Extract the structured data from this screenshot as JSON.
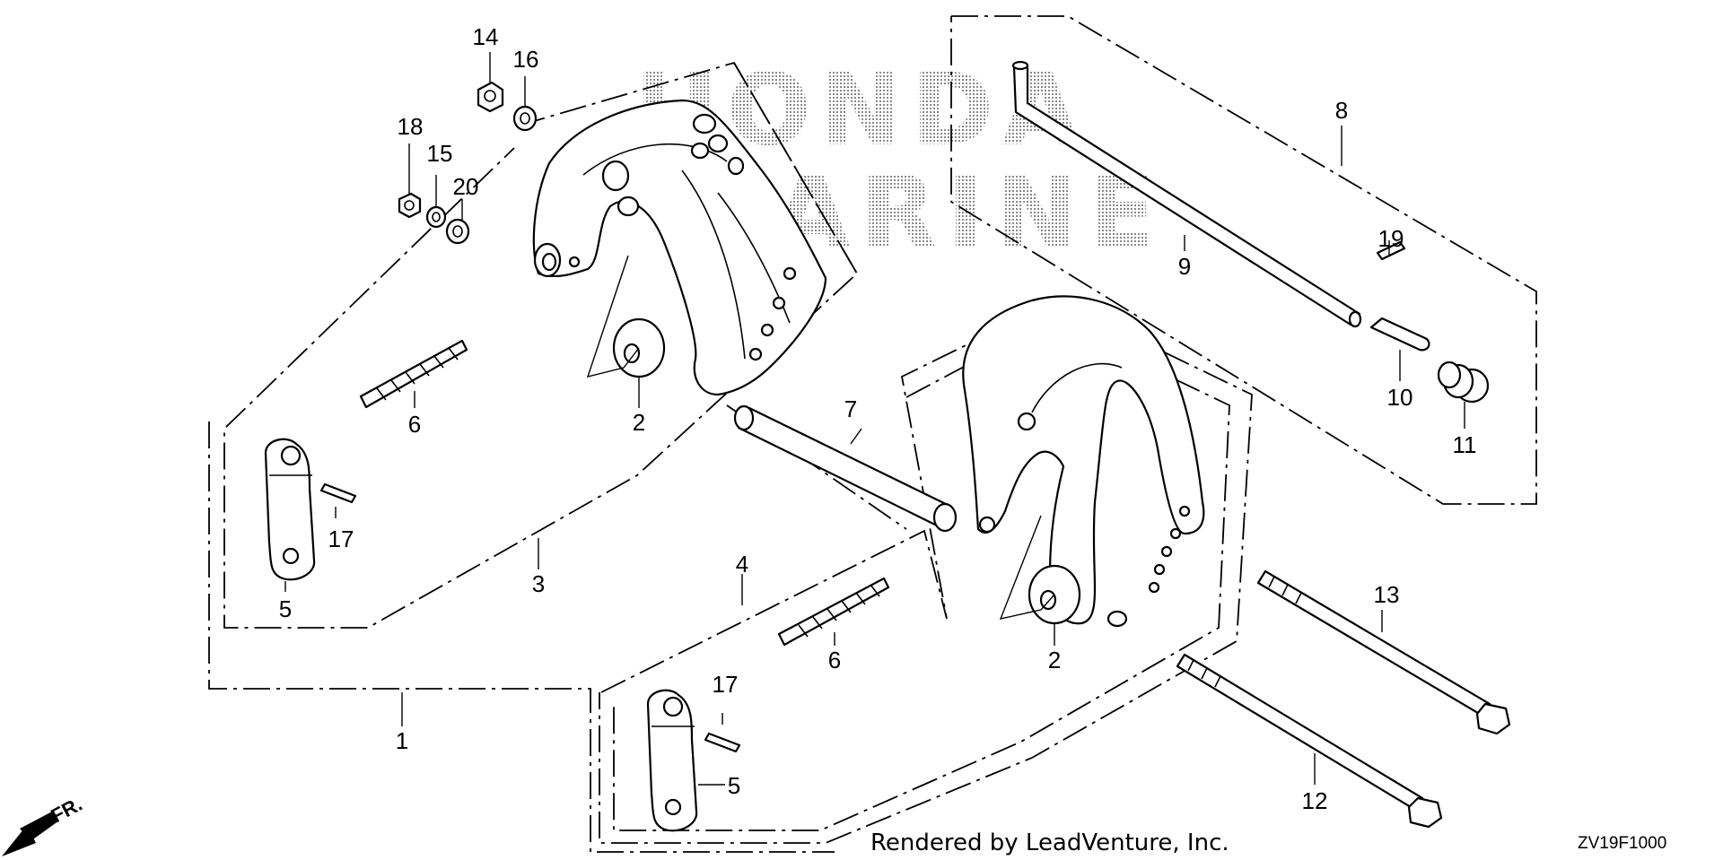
{
  "watermark": {
    "line1": "HONDA",
    "line2": "MARINE"
  },
  "callouts": [
    {
      "id": "c1",
      "label": "1"
    },
    {
      "id": "c2a",
      "label": "2"
    },
    {
      "id": "c2b",
      "label": "2"
    },
    {
      "id": "c3",
      "label": "3"
    },
    {
      "id": "c4",
      "label": "4"
    },
    {
      "id": "c5a",
      "label": "5"
    },
    {
      "id": "c5b",
      "label": "5"
    },
    {
      "id": "c6a",
      "label": "6"
    },
    {
      "id": "c6b",
      "label": "6"
    },
    {
      "id": "c7",
      "label": "7"
    },
    {
      "id": "c8",
      "label": "8"
    },
    {
      "id": "c9",
      "label": "9"
    },
    {
      "id": "c10",
      "label": "10"
    },
    {
      "id": "c11",
      "label": "11"
    },
    {
      "id": "c12",
      "label": "12"
    },
    {
      "id": "c13",
      "label": "13"
    },
    {
      "id": "c14",
      "label": "14"
    },
    {
      "id": "c15",
      "label": "15"
    },
    {
      "id": "c16",
      "label": "16"
    },
    {
      "id": "c17a",
      "label": "17"
    },
    {
      "id": "c17b",
      "label": "17"
    },
    {
      "id": "c18",
      "label": "18"
    },
    {
      "id": "c19",
      "label": "19"
    },
    {
      "id": "c20",
      "label": "20"
    }
  ],
  "footer": {
    "rendered_by": "Rendered by LeadVenture, Inc.",
    "diagram_code": "ZV19F1000",
    "front_label": "FR."
  },
  "colors": {
    "line": "#000000",
    "background": "#ffffff",
    "watermark": "#8a8a8a"
  }
}
